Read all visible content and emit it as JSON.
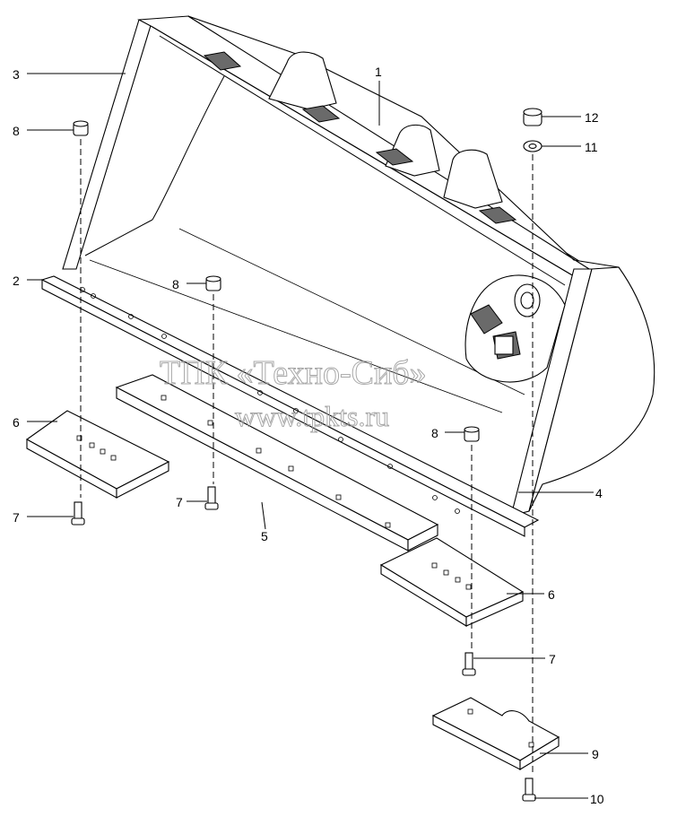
{
  "watermark": {
    "line1": "ТПК «Техно-Сиб»",
    "line2": "www.tpkts.ru"
  },
  "callouts": [
    {
      "id": "c1",
      "label": "1"
    },
    {
      "id": "c2",
      "label": "2"
    },
    {
      "id": "c3",
      "label": "3"
    },
    {
      "id": "c4",
      "label": "4"
    },
    {
      "id": "c5",
      "label": "5"
    },
    {
      "id": "c6a",
      "label": "6"
    },
    {
      "id": "c6b",
      "label": "6"
    },
    {
      "id": "c7a",
      "label": "7"
    },
    {
      "id": "c7b",
      "label": "7"
    },
    {
      "id": "c7c",
      "label": "7"
    },
    {
      "id": "c8a",
      "label": "8"
    },
    {
      "id": "c8b",
      "label": "8"
    },
    {
      "id": "c8c",
      "label": "8"
    },
    {
      "id": "c9",
      "label": "9"
    },
    {
      "id": "c10",
      "label": "10"
    },
    {
      "id": "c11",
      "label": "11"
    },
    {
      "id": "c12",
      "label": "12"
    }
  ]
}
